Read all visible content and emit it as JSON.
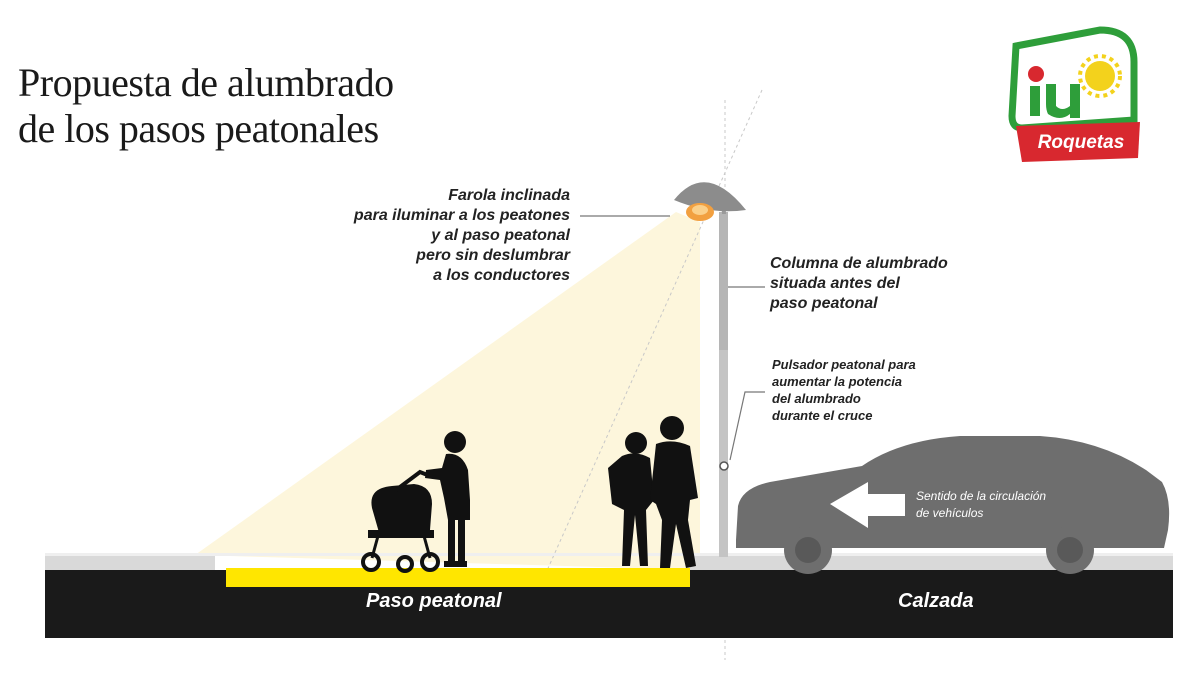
{
  "title": {
    "line1": "Propuesta de alumbrado",
    "line2": "de los pasos peatonales"
  },
  "labels": {
    "lamp": [
      "Farola inclinada",
      "para iluminar a los peatones",
      "y al paso peatonal",
      "pero sin deslumbrar",
      "a los conductores"
    ],
    "column": [
      "Columna de alumbrado",
      "situada antes del",
      "paso peatonal"
    ],
    "button": [
      "Pulsador peatonal para",
      "aumentar la potencia",
      "del alumbrado",
      "durante el cruce"
    ],
    "direction": [
      "Sentido de la circulación",
      "de  vehículos"
    ],
    "crosswalk": "Paso peatonal",
    "road": "Calzada"
  },
  "logo": {
    "text": "Roquetas",
    "mark": "iu"
  },
  "colors": {
    "road": "#1a1a1a",
    "crosswalk": "#ffe600",
    "sidewalk": "#d9d9d9",
    "light_beam": "#fdf6dc",
    "lamp_head": "#8c8c8c",
    "lamp_glow": "#f2a040",
    "pole": "#b5b5b5",
    "silhouette": "#111111",
    "car": "#6e6e6e",
    "logo_green": "#2e9e3a",
    "logo_red": "#d8282f",
    "logo_yellow": "#f3d21c"
  },
  "icons": [
    "street-lamp-icon",
    "pedestrian-button-icon",
    "stroller-icon",
    "pedestrian-icon",
    "car-icon",
    "arrow-left-icon",
    "iu-logo-icon"
  ]
}
